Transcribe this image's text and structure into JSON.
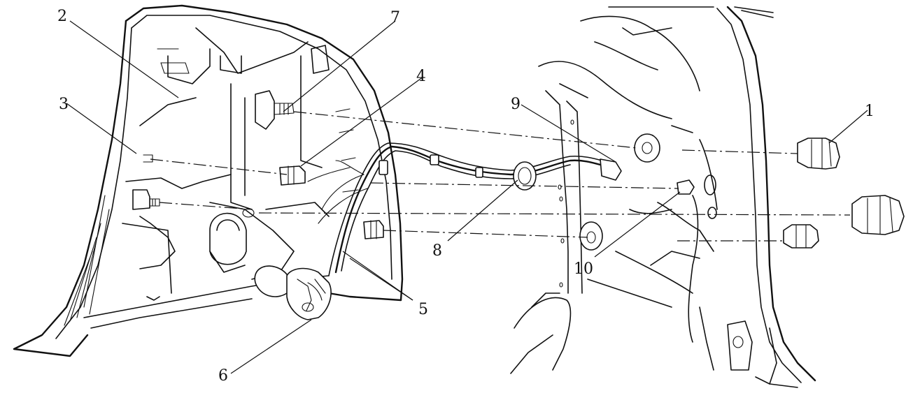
{
  "callouts": {
    "c1": "1",
    "c2": "2",
    "c3": "3",
    "c4": "4",
    "c5": "5",
    "c6": "6",
    "c7": "7",
    "c8": "8",
    "c9": "9",
    "c10": "10"
  },
  "icons": [
    "tail-lamp-housing",
    "bulb-socket",
    "wiring-harness",
    "mounting-nut",
    "grommet",
    "stud",
    "body-panel"
  ]
}
